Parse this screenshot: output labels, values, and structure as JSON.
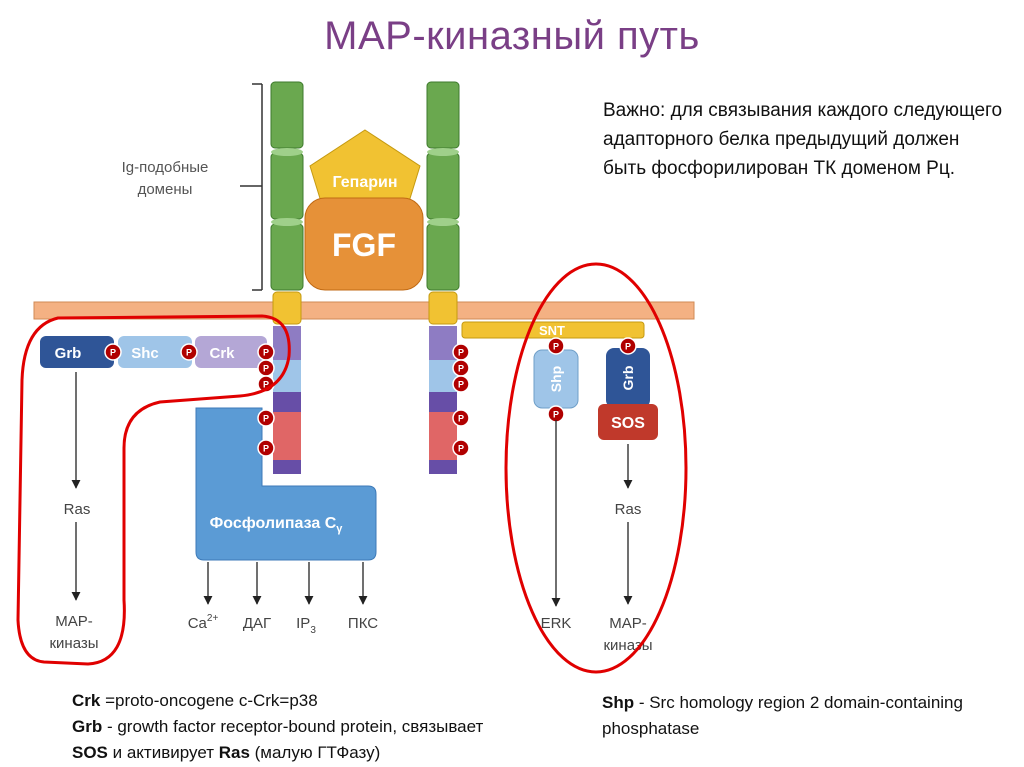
{
  "title": "MAP-киназный путь",
  "note": "Важно: для связывания каждого следующего адапторного белка предыдущий должен быть фосфорилирован ТК доменом Рц.",
  "labels": {
    "ig_domains_line1": "Ig-подобные",
    "ig_domains_line2": "домены",
    "heparin": "Гепарин",
    "fgf": "FGF",
    "snt": "SNT",
    "grb": "Grb",
    "shc": "Shc",
    "crk": "Crk",
    "shp": "Shp",
    "grb_vertical": "Grb",
    "sos": "SOS",
    "phospholipase": "Фосфолипаза C",
    "phospholipase_sub": "γ",
    "phospho": "P",
    "ras_left": "Ras",
    "map_left_line1": "MAP-",
    "map_left_line2": "киназы",
    "ca": "Ca",
    "ca_sup": "2+",
    "dag": "ДАГ",
    "ip": "IP",
    "ip_sub": "3",
    "pkc": "ПКС",
    "erk": "ERK",
    "ras_right": "Ras",
    "map_right_line1": "MAP-",
    "map_right_line2": "киназы"
  },
  "footer_left": {
    "crk_term": "Crk",
    "crk_def": " =proto-oncogene c-Crk=p38",
    "grb_term": "Grb",
    "grb_def": " - growth factor receptor-bound protein, связывает",
    "sos_term": "SOS",
    "sos_mid": " и активирует ",
    "ras_term": "Ras",
    "ras_def": " (малую ГТФазу)"
  },
  "footer_right": {
    "shp_term": "Shp",
    "shp_def": " - Src homology region 2 domain-containing phosphatase"
  },
  "colors": {
    "title": "#7a3f86",
    "membrane": "#f4b183",
    "ig_domain": "#6aa84f",
    "heparin": "#f1c232",
    "fgf": "#e69138",
    "phospho": "#b00000",
    "grb": "#2f5597",
    "shc": "#9fc5e8",
    "crk": "#b4a7d6",
    "plc": "#5b9bd5",
    "sos": "#c0392b",
    "circle": "#e00000"
  }
}
